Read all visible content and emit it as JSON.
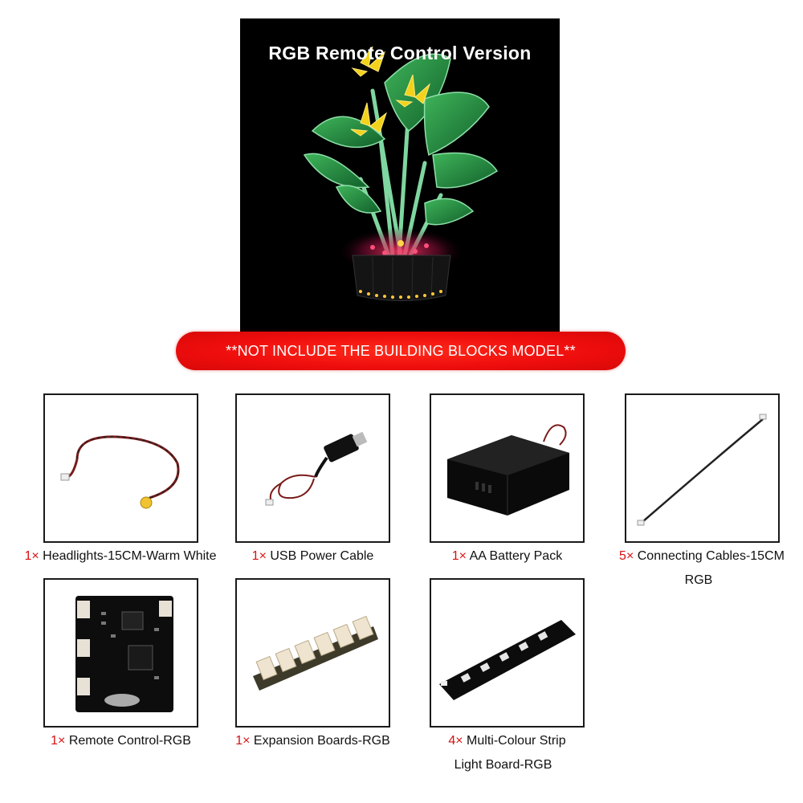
{
  "hero": {
    "title": "RGB Remote Control Version"
  },
  "notice": {
    "text": "**NOT INCLUDE THE BUILDING BLOCKS MODEL**",
    "color": "#ee1111"
  },
  "items": [
    {
      "qty": "1×",
      "label": "Headlights-15CM-Warm White",
      "icon": "wire-with-led-icon"
    },
    {
      "qty": "1×",
      "label": "USB Power Cable",
      "icon": "usb-cable-icon"
    },
    {
      "qty": "1×",
      "label": "AA Battery Pack",
      "icon": "battery-box-icon"
    },
    {
      "qty": "5×",
      "label": "Connecting Cables-15CM",
      "label2": "RGB",
      "icon": "thin-cable-icon"
    },
    {
      "qty": "1×",
      "label": "Remote Control-RGB",
      "icon": "circuit-board-icon"
    },
    {
      "qty": "1×",
      "label": "Expansion Boards-RGB",
      "icon": "expansion-board-icon"
    },
    {
      "qty": "4×",
      "label": "Multi-Colour Strip",
      "label2": "Light Board-RGB",
      "icon": "led-strip-board-icon"
    }
  ],
  "colors": {
    "qty": "#d81010",
    "border": "#1a1a1a",
    "leaf": "#2a8a3a",
    "flower": "#f2d21a"
  }
}
